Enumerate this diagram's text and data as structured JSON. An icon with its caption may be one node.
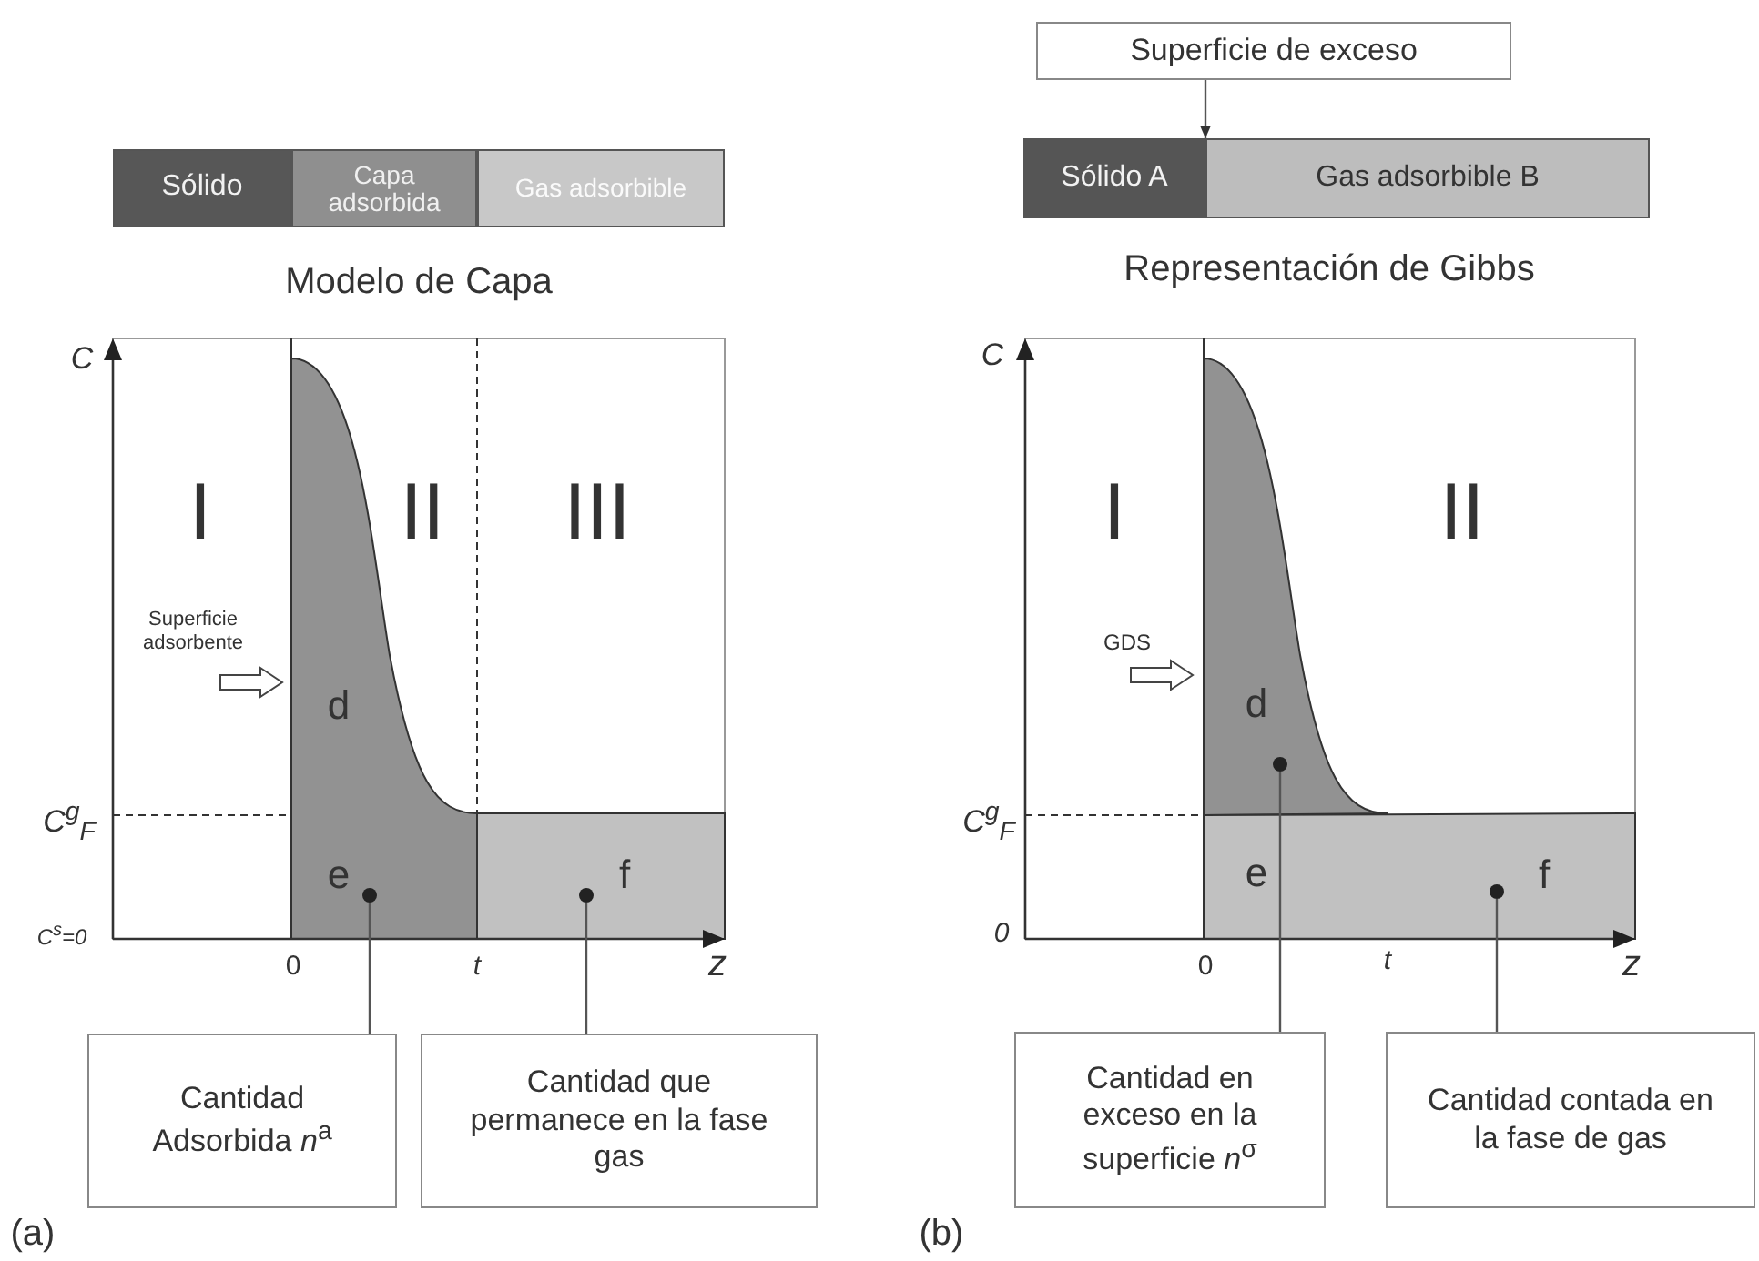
{
  "diagram": {
    "nodes": [
      {
        "text": [
          "Sólido"
        ]
      },
      {
        "text": [
          "Capa adsorbida"
        ]
      },
      {
        "text": [
          "Gas adsorbible"
        ]
      },
      {
        "text": [],
        "shape": "circle"
      },
      {
        "text": [],
        "shape": "circle"
      },
      {
        "text": [
          "Cantidad Adsorbida *n*$^{a}$"
        ]
      },
      {
        "text": [
          "Cantidad que permanece en la fase gas"
        ]
      },
      {
        "text": [
          "Superficie de exceso"
        ]
      },
      {
        "text": [
          "Sólido A"
        ]
      },
      {
        "text": [
          "Gas adsorbible B"
        ]
      },
      {
        "text": [],
        "shape": "circle"
      },
      {
        "text": [],
        "shape": "circle"
      },
      {
        "text": [
          "Cantidad en exceso en la superficie *n*$^{σ}$"
        ]
      },
      {
        "text": [
          "Cantidad contada en la fase de gas"
        ]
      }
    ],
    "edges": [
      {
        "from": 5,
        "to": 3,
        "arrow": "none"
      },
      {
        "from": 6,
        "to": 4,
        "arrow": "none"
      },
      {
        "from": 7,
        "to": 8,
        "arrow": "to"
      },
      {
        "from": 12,
        "to": 10,
        "arrow": "none"
      },
      {
        "from": 13,
        "to": 11,
        "arrow": "none"
      }
    ],
    "labels": [
      "Modelo de Capa",
      "C",
      "I",
      "II",
      "III",
      "Superficie adsorbente",
      "d",
      "C$^{g}$$_{F}$",
      "e",
      "f",
      "C$^{s}$=0",
      "0",
      "t",
      "z",
      "(a)",
      "Representación de Gibbs",
      "C",
      "I",
      "II",
      "GDS",
      "d",
      "C$^{g}$$_{F}$",
      "e",
      "f",
      "0",
      "0",
      "t",
      "z",
      "(b)"
    ]
  }
}
